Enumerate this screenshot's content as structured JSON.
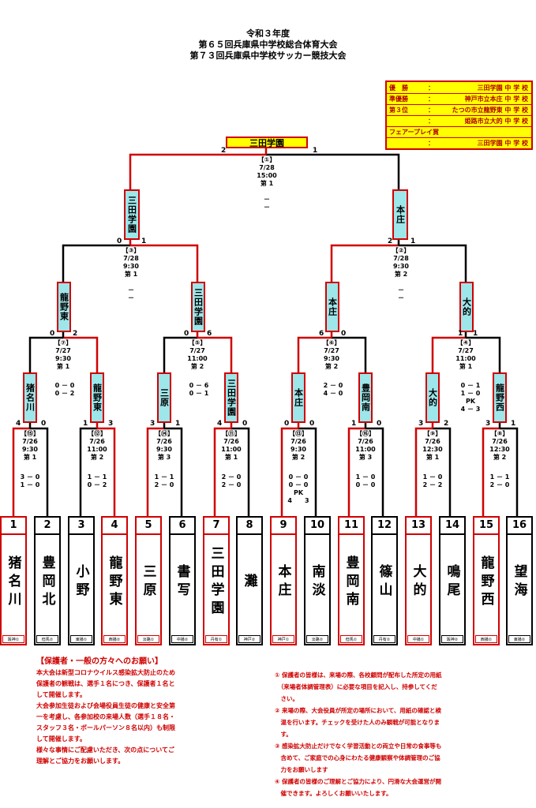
{
  "header": {
    "line1": "令和３年度",
    "line2": "第６５回兵庫県中学校総合体育大会",
    "line3": "第７３回兵庫県中学校サッカー競技大会"
  },
  "results": [
    {
      "key": "優　勝",
      "sep": "：",
      "value": "三田学園 中 学 校"
    },
    {
      "key": "準優勝",
      "sep": "：",
      "value": "神戸市立本庄 中 学 校"
    },
    {
      "key": "第３位",
      "sep": "：",
      "value": "たつの市立龍野東 中 学 校"
    },
    {
      "key": "",
      "sep": "：",
      "value": "姫路市立大的 中 学 校"
    },
    {
      "key": "フェアープレイ賞",
      "sep": "",
      "value": ""
    },
    {
      "key": "",
      "sep": "：",
      "value": "三田学園 中 学 校"
    }
  ],
  "champion": "三田学園",
  "boxes": {
    "final_left": "三田学園",
    "final_right": "本庄",
    "sf1_left": "龍野東",
    "sf1_right": "三田学園",
    "sf2_left": "本庄",
    "sf2_right": "大的",
    "qf1": "猪名川",
    "qf2": "龍野東",
    "qf3": "三原",
    "qf4": "三田学園",
    "qf5": "本庄",
    "qf6": "豊岡南",
    "qf7": "大的",
    "qf8": "龍野西"
  },
  "matches": {
    "m1": {
      "no": "【①】",
      "date": "7/28",
      "time": "15:00",
      "field": "第 1",
      "s1": "－",
      "s2": "－",
      "lscore": "2",
      "rscore": "1"
    },
    "m2": {
      "no": "【③】",
      "date": "7/28",
      "time": "9:30",
      "field": "第 1",
      "s1": "－",
      "s2": "－",
      "lscore": "0",
      "rscore": "1"
    },
    "m3": {
      "no": "【②】",
      "date": "7/28",
      "time": "9:30",
      "field": "第 2",
      "s1": "－",
      "s2": "－",
      "lscore": "2",
      "rscore": "1"
    },
    "m4": {
      "no": "【⑦】",
      "date": "7/27",
      "time": "9:30",
      "field": "第 1",
      "lscore": "0",
      "rscore": "2",
      "detail": "0 － 0\n0 － 2"
    },
    "m5": {
      "no": "【⑤】",
      "date": "7/27",
      "time": "11:00",
      "field": "第 2",
      "lscore": "0",
      "rscore": "6",
      "detail": "0 － 6\n0 － 1"
    },
    "m6": {
      "no": "【⑥】",
      "date": "7/27",
      "time": "9:30",
      "field": "第 2",
      "lscore": "6",
      "rscore": "0",
      "detail": "2 － 0\n4 － 0"
    },
    "m7": {
      "no": "【④】",
      "date": "7/27",
      "time": "11:00",
      "field": "第 1",
      "lscore": "1",
      "rscore": "1",
      "detail": "0 － 1\n1 － 0\nPK\n4 － 3"
    },
    "r1": {
      "no": "【⑮】",
      "date": "7/26",
      "time": "9:30",
      "field": "第 1",
      "lscore": "4",
      "rscore": "0",
      "detail": "3 － 0\n1 － 0"
    },
    "r2": {
      "no": "【⑫】",
      "date": "7/26",
      "time": "11:00",
      "field": "第 2",
      "lscore": "1",
      "rscore": "3",
      "detail": "1 － 1\n0 － 2"
    },
    "r3": {
      "no": "【⑭】",
      "date": "7/26",
      "time": "9:30",
      "field": "第 3",
      "lscore": "3",
      "rscore": "1",
      "detail": "1 － 1\n2 － 0"
    },
    "r4": {
      "no": "【⑪】",
      "date": "7/26",
      "time": "11:00",
      "field": "第 1",
      "lscore": "4",
      "rscore": "0",
      "detail": "2 － 0\n2 － 0"
    },
    "r5": {
      "no": "【⑬】",
      "date": "7/26",
      "time": "9:30",
      "field": "第 2",
      "lscore": "0",
      "rscore": "0",
      "detail": "0 － 0\n0 － 0\nPK\n4　　3"
    },
    "r6": {
      "no": "【⑯】",
      "date": "7/26",
      "time": "11:00",
      "field": "第 3",
      "lscore": "1",
      "rscore": "0",
      "detail": "1 － 0\n0 － 0"
    },
    "r7": {
      "no": "【⑨】",
      "date": "7/26",
      "time": "12:30",
      "field": "第 1",
      "lscore": "3",
      "rscore": "2",
      "detail": "1 － 0\n2 － 2"
    },
    "r8": {
      "no": "【⑧】",
      "date": "7/26",
      "time": "12:30",
      "field": "第 2",
      "lscore": "3",
      "rscore": "1",
      "detail": "1 － 1\n2 － 0"
    }
  },
  "teams": [
    {
      "no": "1",
      "name": "猪名川",
      "region": "阪神①"
    },
    {
      "no": "2",
      "name": "豊岡北",
      "region": "但馬②"
    },
    {
      "no": "3",
      "name": "小野",
      "region": "東播①"
    },
    {
      "no": "4",
      "name": "龍野東",
      "region": "西播②"
    },
    {
      "no": "5",
      "name": "三原",
      "region": "淡路①"
    },
    {
      "no": "6",
      "name": "書写",
      "region": "中播②"
    },
    {
      "no": "7",
      "name": "三田学園",
      "region": "丹有①"
    },
    {
      "no": "8",
      "name": "灘",
      "region": "神戸②"
    },
    {
      "no": "9",
      "name": "本庄",
      "region": "神戸①"
    },
    {
      "no": "10",
      "name": "南淡",
      "region": "淡路②"
    },
    {
      "no": "11",
      "name": "豊岡南",
      "region": "但馬①"
    },
    {
      "no": "12",
      "name": "篠山",
      "region": "丹有②"
    },
    {
      "no": "13",
      "name": "大的",
      "region": "中播①"
    },
    {
      "no": "14",
      "name": "鳴尾",
      "region": "阪神②"
    },
    {
      "no": "15",
      "name": "龍野西",
      "region": "西播①"
    },
    {
      "no": "16",
      "name": "望海",
      "region": "東播②"
    }
  ],
  "notice_left": {
    "heading": "【保護者・一般の方々へのお願い】",
    "lines": [
      "本大会は新型コロナウイルス感染拡大防止のため",
      "保護者の観戦は、選手１名につき、保護者１名と",
      "して開催します。",
      "大会参加生徒および会場役員生徒の健康と安全第",
      "一を考慮し、各参加校の来場人数（選手１８名・",
      "スタッフ３名・ボールパーソン８名以内）も制限",
      "して開催します。",
      "様々な事情にご配慮いただき、次の点についてご",
      "理解とご協力をお願いします。"
    ]
  },
  "notice_right": [
    "① 保護者の皆様は、来場の際、各校顧問が配布した所定の用紙",
    "　（来場者体調管理表）に必要な項目を記入し、持参してくだ",
    "　さい。",
    "② 来場の際、大会役員が所定の場所において、用紙の確認と検",
    "　温を行います。チェックを受けた人のみ観戦が可能となりま",
    "　す。",
    "③ 感染拡大防止だけでなく学習活動との両立や日常の食事等も",
    "　含めて、ご家庭での心身にわたる健康観察や体調管理のご協",
    "　力をお願いします",
    "④ 保護者の皆様のご理解とご協力により、円滑な大会運営が開",
    "　催できます。よろしくお願いいたします。"
  ]
}
